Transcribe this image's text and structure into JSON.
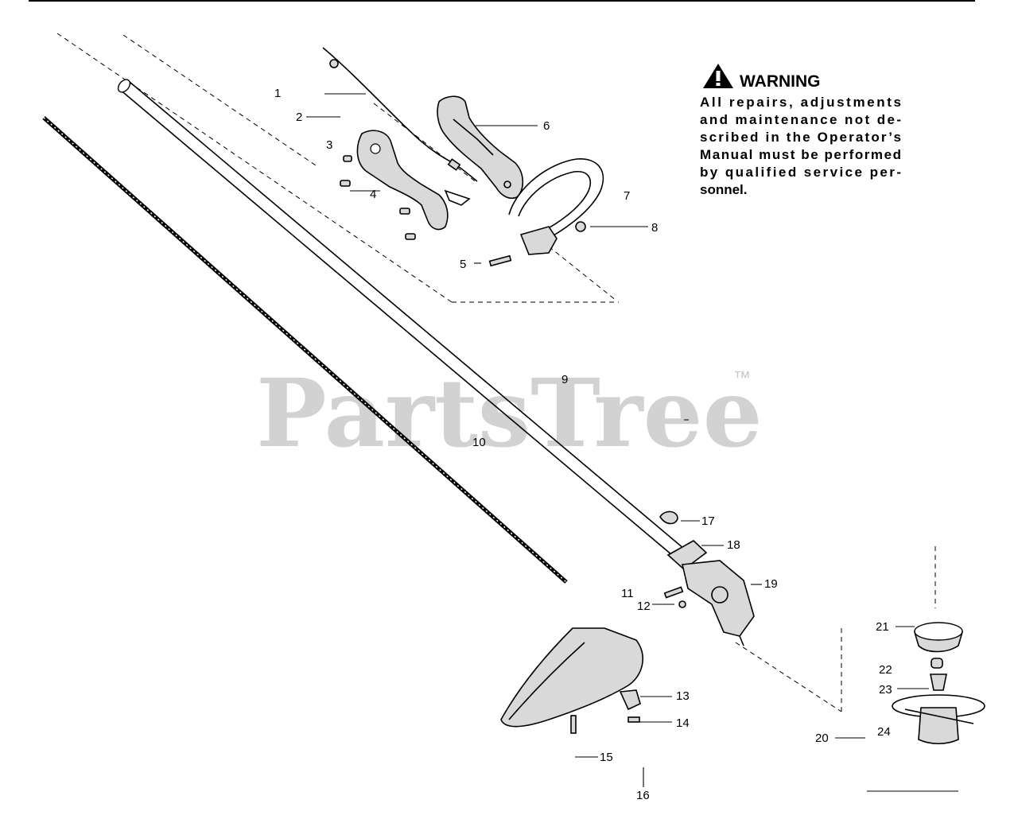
{
  "watermark": {
    "brand": "PartsTree",
    "trademark": "™"
  },
  "warning": {
    "title": "WARNING",
    "lines": [
      "All   repairs,   adjustments",
      "and  maintenance  not  de-",
      "scribed  in  the  Operator’s",
      "Manual must be performed",
      "by  qualified    service  per-",
      "sonnel."
    ]
  },
  "callouts": {
    "c1": "1",
    "c2": "2",
    "c3": "3",
    "c4": "4",
    "c5": "5",
    "c6": "6",
    "c7": "7",
    "c8": "8",
    "c9": "9",
    "c10": "10",
    "c11": "11",
    "c12": "12",
    "c13": "13",
    "c14": "14",
    "c15": "15",
    "c16": "16",
    "c17": "17",
    "c18": "18",
    "c19": "19",
    "c20": "20",
    "c21": "21",
    "c22": "22",
    "c23": "23",
    "c24": "24"
  },
  "colors": {
    "ink": "#000000",
    "watermark": "#d2d2d2",
    "part_fill": "#d9d9d9"
  }
}
